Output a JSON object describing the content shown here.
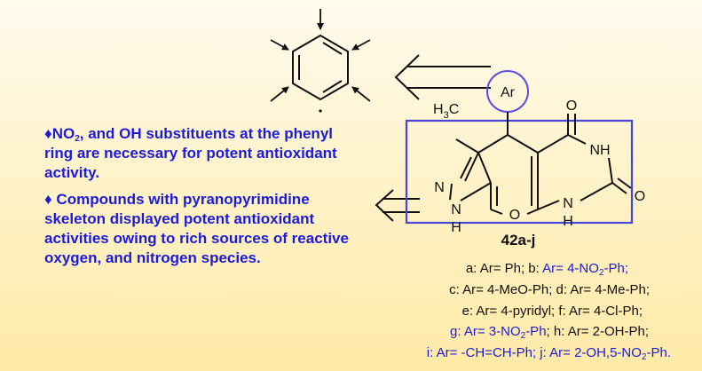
{
  "substituent_label": "Ar",
  "methyl_label": {
    "text": "H",
    "sub": "3",
    "suffix": "C"
  },
  "atoms": {
    "O_top": "O",
    "NH_right": "NH",
    "N_pyrazole": "N",
    "NH_pyrazole": "N",
    "H_pyrazole": "H",
    "O_ring": "O",
    "O_carbonyl_right": "O",
    "NH_bottom": "N",
    "H_bottom": "H"
  },
  "compound_label": "42a-j",
  "bullets": [
    {
      "symbol": "♦",
      "prefix": "NO",
      "sub": "2",
      "text": ", and OH substituents at the phenyl ring are necessary for potent antioxidant activity."
    },
    {
      "symbol": "♦",
      "text": " Compounds with pyranopyrimidine skeleton displayed potent antioxidant activities owing to rich sources of reactive oxygen, and nitrogen species."
    }
  ],
  "ar_list": [
    [
      {
        "text": "a: Ar= Ph; b: "
      },
      {
        "text": "Ar= 4-NO",
        "blue": true
      },
      {
        "text": "2",
        "blue": true,
        "sub": true
      },
      {
        "text": "-Ph;",
        "blue": true
      }
    ],
    [
      {
        "text": "c: Ar= 4-MeO-Ph; d: Ar= 4-Me-Ph;"
      }
    ],
    [
      {
        "text": "e: Ar= 4-pyridyl; f: Ar= 4-Cl-Ph;"
      }
    ],
    [
      {
        "text": "g: Ar= 3-NO",
        "blue": true
      },
      {
        "text": "2",
        "blue": true,
        "sub": true
      },
      {
        "text": "-Ph",
        "blue": true
      },
      {
        "text": "; h: Ar= 2-OH-Ph;"
      }
    ],
    [
      {
        "text": "i: Ar= -CH=CH-Ph; j: Ar= 2-OH,5-NO",
        "blue": true
      },
      {
        "text": "2",
        "blue": true,
        "sub": true
      },
      {
        "text": "-Ph.",
        "blue": true
      }
    ]
  ],
  "colors": {
    "highlight": "#1c1cd6",
    "circle": "#4b43d8",
    "bond": "#111111"
  }
}
